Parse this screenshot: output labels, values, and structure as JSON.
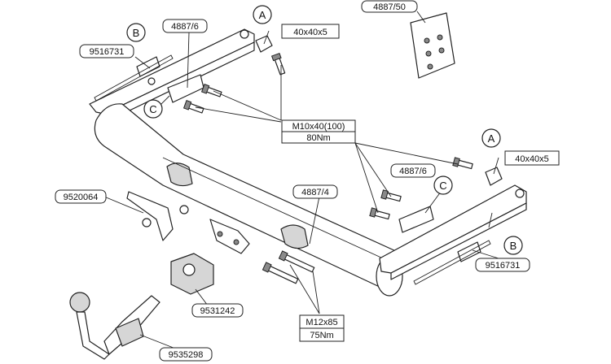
{
  "labels": {
    "part_9516731_left": "9516731",
    "part_4887_6_left": "4887/6",
    "part_40x40x5_top": "40x40x5",
    "part_4887_50": "4887/50",
    "bolt_m10x40": "M10x40(100)",
    "torque_80nm": "80Nm",
    "part_40x40x5_right": "40x40x5",
    "part_4887_6_right": "4887/6",
    "part_4887_4": "4887/4",
    "part_9520064": "9520064",
    "part_9516731_right": "9516731",
    "part_9531242": "9531242",
    "bolt_m12x85": "M12x85",
    "torque_75nm": "75Nm",
    "part_9535298": "9535298"
  },
  "callouts": {
    "a_top": "A",
    "b_left": "B",
    "c_left": "C",
    "a_right": "A",
    "c_right": "C",
    "b_right": "B"
  }
}
